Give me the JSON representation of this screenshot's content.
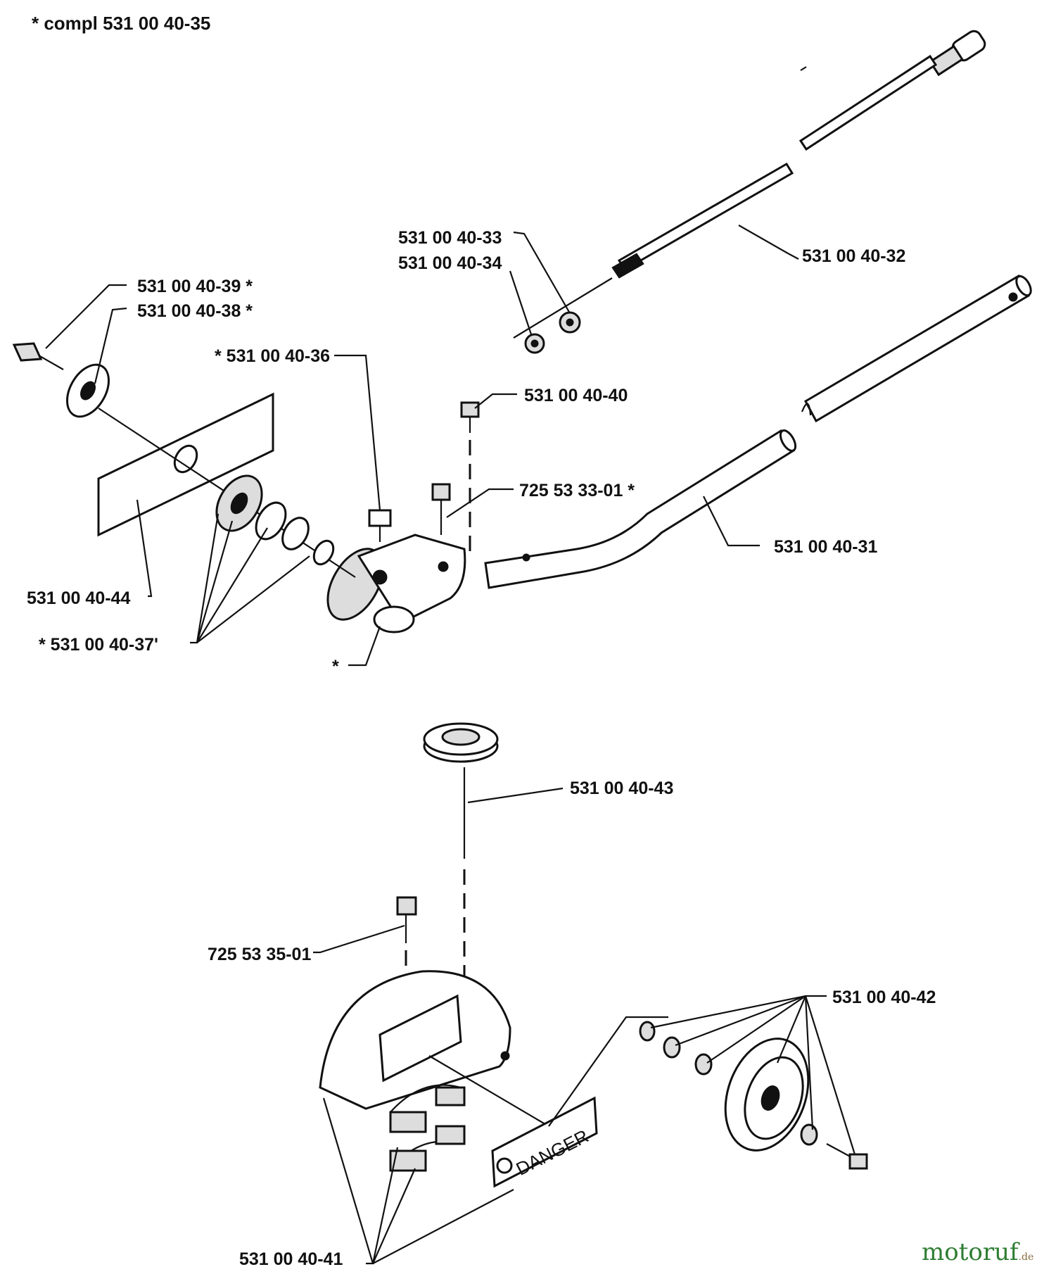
{
  "header": {
    "note": "*  compl 531 00 40-35"
  },
  "labels": {
    "p32": "531 00 40-32",
    "p33": "531 00 40-33",
    "p34": "531 00 40-34",
    "p39": "531 00 40-39  *",
    "p38": "531 00 40-38  *",
    "p36": "*  531 00 40-36",
    "p40": "531 00 40-40",
    "p7255333": "725 53 33-01  *",
    "p31": "531 00 40-31",
    "p44": "531 00 40-44",
    "p37": "*  531 00 40-37'",
    "star": "*",
    "p43": "531 00 40-43",
    "p7255335": "725 53 35-01",
    "p42": "531 00 40-42",
    "p41": "531 00 40-41"
  },
  "plate": {
    "text": "DANGER"
  },
  "watermark": {
    "brand": "motoruf",
    "tld": ".de"
  }
}
